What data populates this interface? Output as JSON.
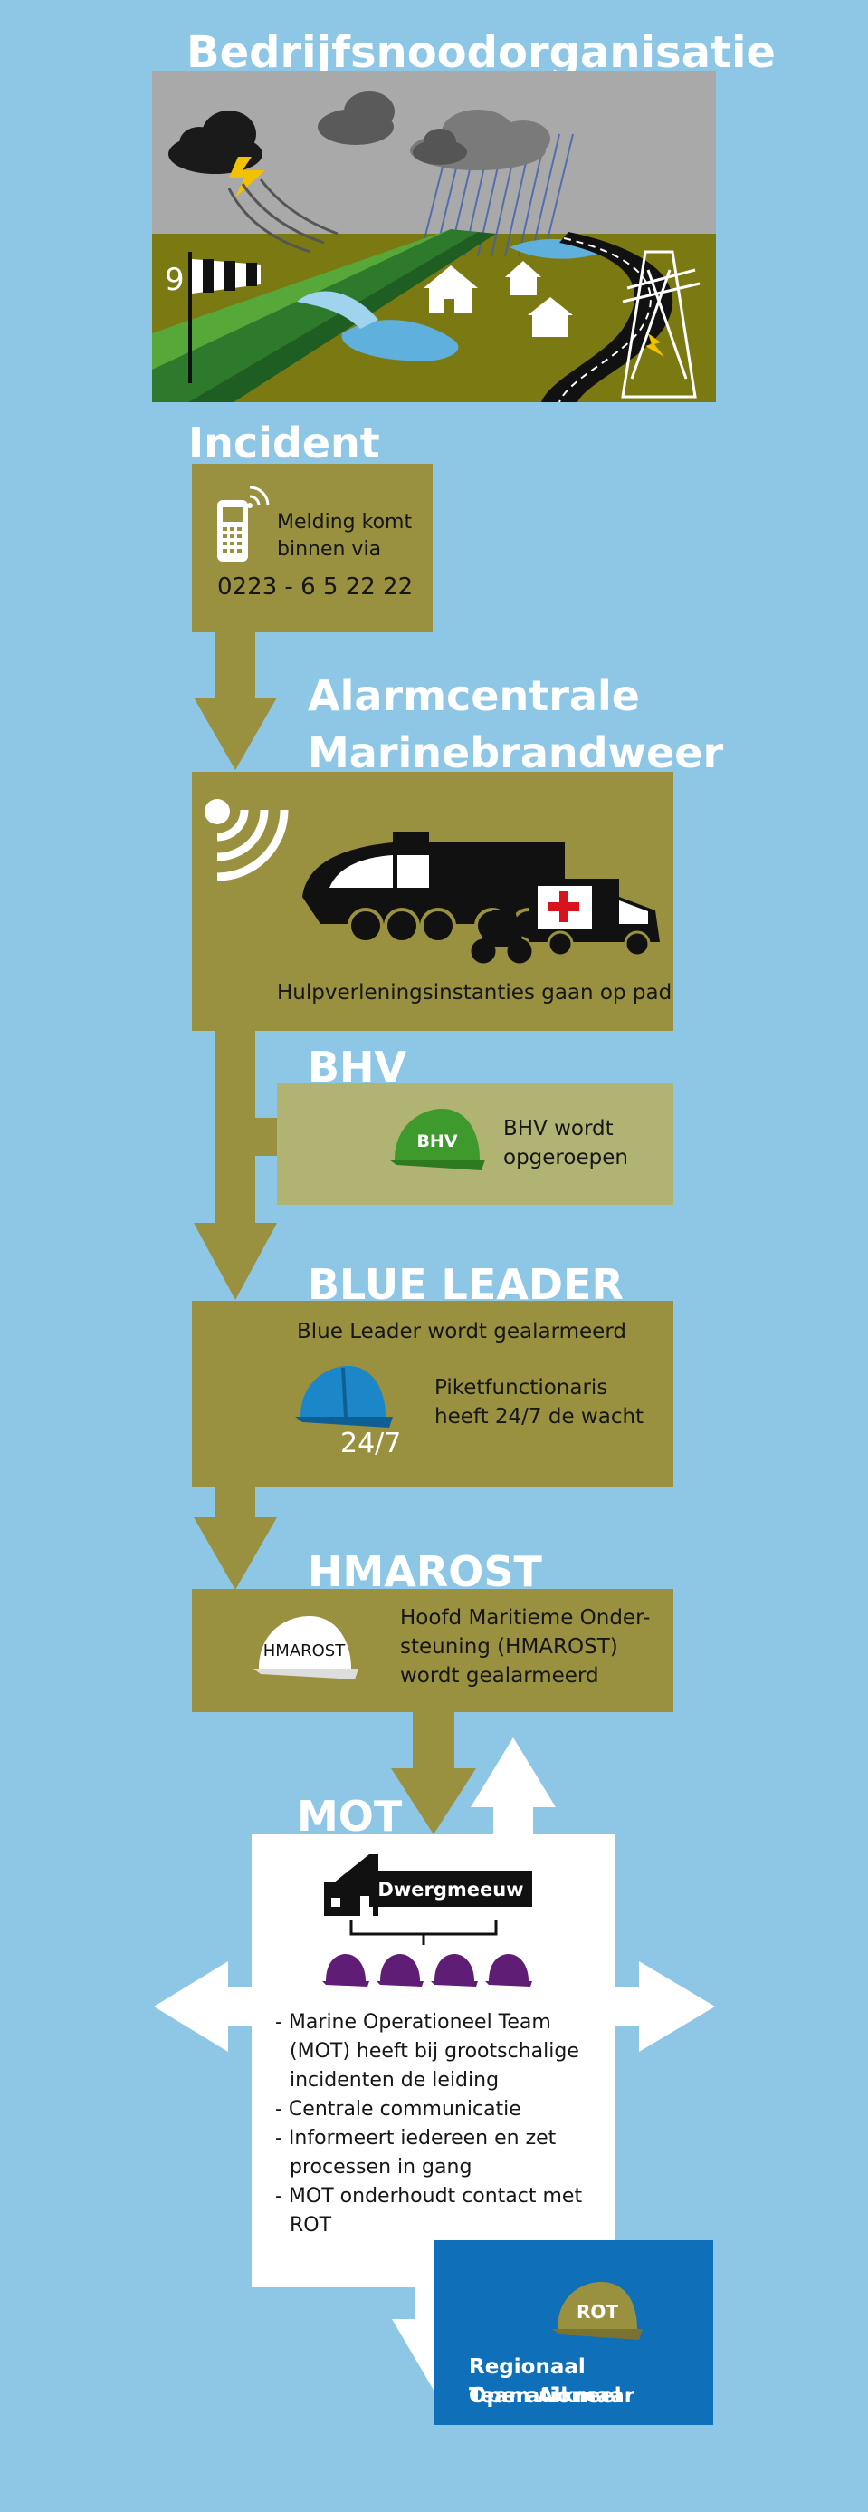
{
  "header": {
    "title": "Bedrijfsnoodorganisatie",
    "wind_number": "9"
  },
  "incident": {
    "title": "Incident",
    "text": "Melding komt binnen via",
    "phone": "0223 - 6 5 22 22"
  },
  "alarm": {
    "title_line1": "Alarmcentrale",
    "title_line2": "Marinebrandweer",
    "caption": "Hulpverleningsinstanties gaan op pad"
  },
  "bhv": {
    "title": "BHV",
    "helmet_label": "BHV",
    "text_line1": "BHV wordt",
    "text_line2": "opgeroepen"
  },
  "blue_leader": {
    "title": "BLUE LEADER",
    "text": "Blue Leader wordt gealarmeerd",
    "duty_line1": "Piketfunctionaris",
    "duty_line2": "heeft 24/7 de wacht",
    "badge": "24/7"
  },
  "hmarost": {
    "title": "HMAROST",
    "helmet_label": "HMAROST",
    "text_line1": "Hoofd Maritieme Onder-",
    "text_line2": "steuning (HMAROST)",
    "text_line3": "wordt gealarmeerd"
  },
  "mot": {
    "title": "MOT",
    "building_label": "Dwergmeeuw",
    "items": [
      "- Marine Operationeel Team (MOT) heeft bij grootschalige incidenten de leiding",
      "- Centrale communicatie",
      "- Informeert iedereen en zet processen in gang",
      "- MOT onderhoudt contact met ROT"
    ]
  },
  "rot": {
    "helmet_label": "ROT",
    "text_line1": "Regionaal Operationeel",
    "text_line2": "Team Alkmaar"
  },
  "colors": {
    "background": "#8ec7e6",
    "olive": "#999040",
    "light_olive": "#b1b373",
    "rot_blue": "#0f6fb8",
    "helmet_green": "#3f9a2e",
    "helmet_blue": "#1c87c8",
    "helmet_purple": "#5f1d75"
  }
}
